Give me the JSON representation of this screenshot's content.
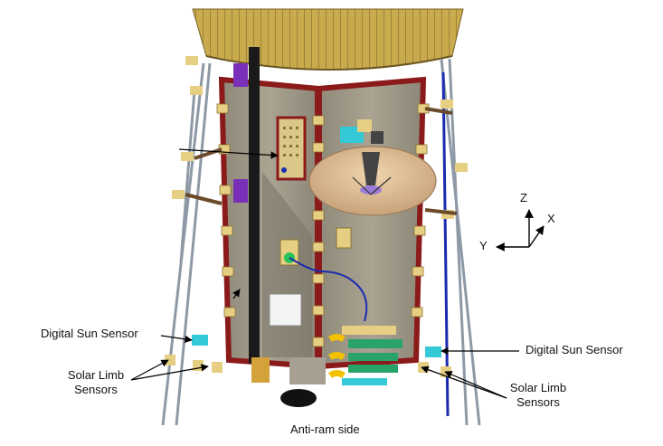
{
  "labels": {
    "digital_sun_sensor_left": "Digital Sun Sensor",
    "solar_limb_left_line1": "Solar Limb",
    "solar_limb_left_line2": "Sensors",
    "digital_sun_sensor_right": "Digital Sun Sensor",
    "solar_limb_right_line1": "Solar Limb",
    "solar_limb_right_line2": "Sensors",
    "bottom_caption": "Anti-ram side"
  },
  "axes": {
    "z": "Z",
    "x": "X",
    "y": "Y"
  },
  "colors": {
    "heat_shield": "#c8a94a",
    "body_panel": "#9a9484",
    "frame": "#8b1a1a",
    "bracket": "#e6cf82",
    "strut": "#8e99a6",
    "antenna": "#e0c296",
    "harness": "#1a2bb0",
    "sensor": "#33c9d6"
  }
}
